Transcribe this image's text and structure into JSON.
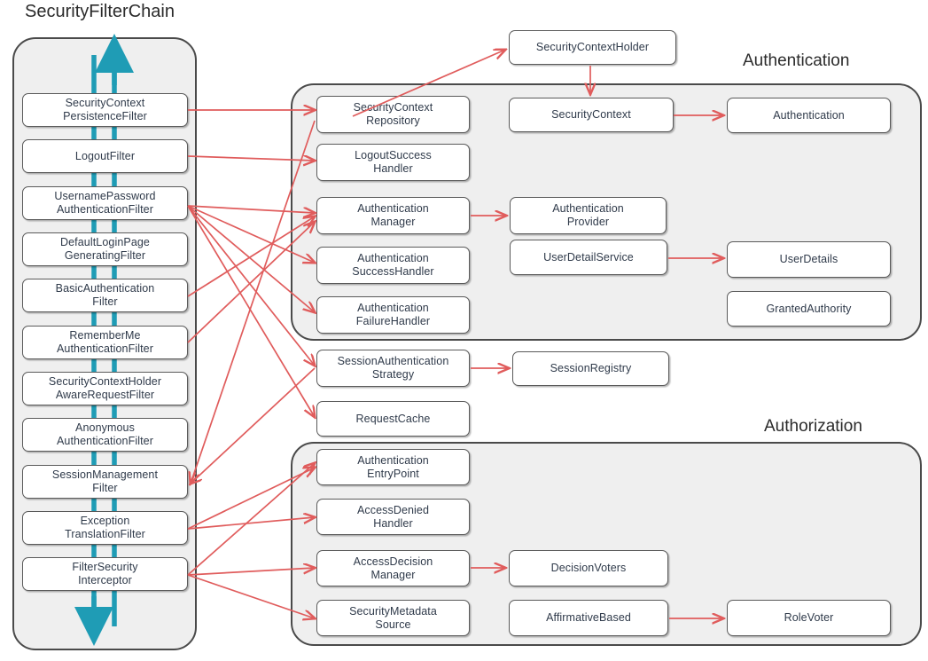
{
  "diagram": {
    "title": "Spring Security architecture diagram",
    "colors": {
      "arrow_red": "#e05c5c",
      "teal": "#1f9cb5",
      "panel_fill": "#efefef",
      "panel_border": "#4a4a4a",
      "node_fill": "#ffffff",
      "node_border": "#5a5a5a",
      "text": "#2f3a4a"
    }
  },
  "filter_chain": {
    "title": "SecurityFilterChain",
    "flow_direction_up_label": "up",
    "flow_direction_down_label": "down",
    "filters": [
      {
        "id": "scpf",
        "label": "SecurityContext\nPersistenceFilter"
      },
      {
        "id": "lf",
        "label": "LogoutFilter"
      },
      {
        "id": "upaf",
        "label": "UsernamePassword\nAuthenticationFilter"
      },
      {
        "id": "dlpgf",
        "label": "DefaultLoginPage\nGeneratingFilter"
      },
      {
        "id": "baf",
        "label": "BasicAuthentication\nFilter"
      },
      {
        "id": "rmaf",
        "label": "RememberMe\nAuthenticationFilter"
      },
      {
        "id": "schar",
        "label": "SecurityContextHolder\nAwareRequestFilter"
      },
      {
        "id": "aaf",
        "label": "Anonymous\nAuthenticationFilter"
      },
      {
        "id": "smf",
        "label": "SessionManagement\nFilter"
      },
      {
        "id": "etf",
        "label": "Exception\nTranslationFilter"
      },
      {
        "id": "fsi",
        "label": "FilterSecurity\nInterceptor"
      }
    ]
  },
  "authentication": {
    "title": "Authentication",
    "nodes": [
      {
        "id": "scr",
        "label": "SecurityContext\nRepository"
      },
      {
        "id": "lsh",
        "label": "LogoutSuccess\nHandler"
      },
      {
        "id": "am",
        "label": "Authentication\nManager"
      },
      {
        "id": "ash",
        "label": "Authentication\nSuccessHandler"
      },
      {
        "id": "afh",
        "label": "Authentication\nFailureHandler"
      },
      {
        "id": "sc",
        "label": "SecurityContext"
      },
      {
        "id": "ap",
        "label": "Authentication\nProvider"
      },
      {
        "id": "uds",
        "label": "UserDetailService"
      },
      {
        "id": "auth",
        "label": "Authentication"
      },
      {
        "id": "ud",
        "label": "UserDetails"
      },
      {
        "id": "ga",
        "label": "GrantedAuthority"
      }
    ]
  },
  "authorization": {
    "title": "Authorization",
    "nodes": [
      {
        "id": "aep",
        "label": "Authentication\nEntryPoint"
      },
      {
        "id": "adh",
        "label": "AccessDenied\nHandler"
      },
      {
        "id": "adm",
        "label": "AccessDecision\nManager"
      },
      {
        "id": "sms",
        "label": "SecurityMetadata\nSource"
      },
      {
        "id": "dv",
        "label": "DecisionVoters"
      },
      {
        "id": "ab",
        "label": "AffirmativeBased"
      },
      {
        "id": "rv",
        "label": "RoleVoter"
      }
    ]
  },
  "standalone": {
    "nodes": [
      {
        "id": "sch",
        "label": "SecurityContextHolder"
      },
      {
        "id": "sas",
        "label": "SessionAuthentication\nStrategy"
      },
      {
        "id": "sr",
        "label": "SessionRegistry"
      },
      {
        "id": "rc",
        "label": "RequestCache"
      }
    ]
  }
}
